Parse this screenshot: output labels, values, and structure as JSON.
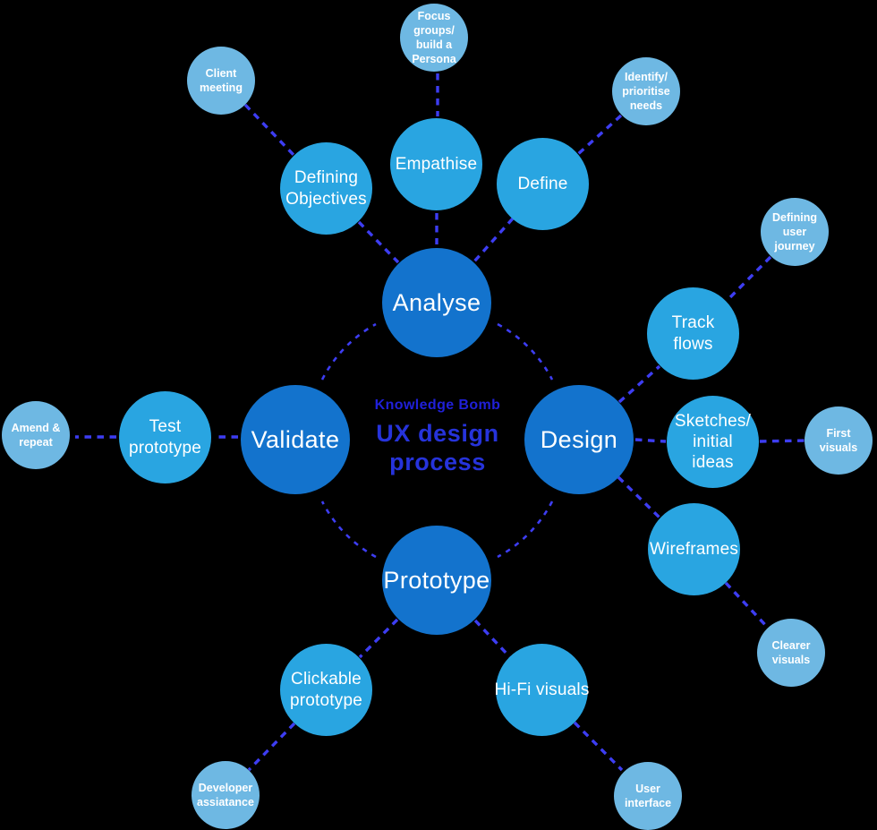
{
  "diagram": {
    "center_title": {
      "eyebrow": "Knowledge Bomb",
      "line1": "UX design",
      "line2": "process"
    },
    "colors": {
      "background": "#000000",
      "primary_fill": "#1373cd",
      "secondary_fill": "#29a5e1",
      "tertiary_fill": "#6eb8e3",
      "connector": "#3d3df2",
      "node_text": "#ffffff",
      "title_eyebrow": "#2020d8",
      "title_main": "#2633db"
    },
    "nodes": {
      "analyse": {
        "label": "Analyse",
        "tier": "primary"
      },
      "design": {
        "label": "Design",
        "tier": "primary"
      },
      "prototype": {
        "label": "Prototype",
        "tier": "primary"
      },
      "validate": {
        "label": "Validate",
        "tier": "primary"
      },
      "empathise": {
        "label": "Empathise",
        "tier": "secondary"
      },
      "define": {
        "label": "Define",
        "tier": "secondary"
      },
      "defining_objectives": {
        "label": "Defining Objectives",
        "tier": "secondary"
      },
      "test_prototype": {
        "label": "Test prototype",
        "tier": "secondary"
      },
      "track_flows": {
        "label": "Track flows",
        "tier": "secondary"
      },
      "sketches_initial_ideas": {
        "label": "Sketches/ initial ideas",
        "tier": "secondary"
      },
      "wireframes": {
        "label": "Wireframes",
        "tier": "secondary"
      },
      "clickable_prototype": {
        "label": "Clickable prototype",
        "tier": "secondary"
      },
      "hifi_visuals": {
        "label": "Hi-Fi visuals",
        "tier": "secondary"
      },
      "focus_groups": {
        "label": "Focus groups/ build a Persona",
        "tier": "tertiary"
      },
      "client_meeting": {
        "label": "Client meeting",
        "tier": "tertiary"
      },
      "identify_needs": {
        "label": "Identify/ prioritise needs",
        "tier": "tertiary"
      },
      "defining_user_journey": {
        "label": "Defining user journey",
        "tier": "tertiary"
      },
      "first_visuals": {
        "label": "First visuals",
        "tier": "tertiary"
      },
      "amend_repeat": {
        "label": "Amend & repeat",
        "tier": "tertiary"
      },
      "clearer_visuals": {
        "label": "Clearer visuals",
        "tier": "tertiary"
      },
      "developer_assistance": {
        "label": "Developer assiatance",
        "tier": "tertiary"
      },
      "user_interface": {
        "label": "User interface",
        "tier": "tertiary"
      }
    }
  }
}
